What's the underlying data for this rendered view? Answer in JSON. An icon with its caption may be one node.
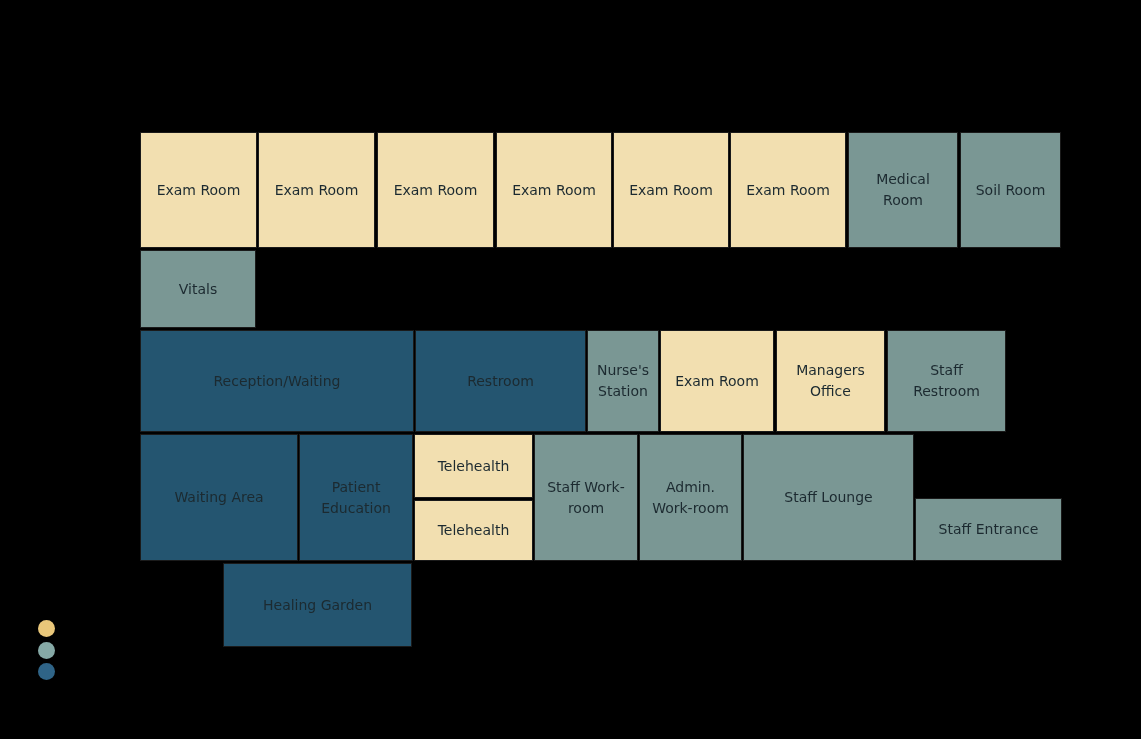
{
  "diagram": {
    "nodes": [
      {
        "text": [
          "Exam Room"
        ]
      },
      {
        "text": [
          "Exam Room"
        ]
      },
      {
        "text": [
          "Exam Room"
        ]
      },
      {
        "text": [
          "Exam Room"
        ]
      },
      {
        "text": [
          "Exam Room"
        ]
      },
      {
        "text": [
          "Exam Room"
        ]
      },
      {
        "text": [
          "Medical Room"
        ]
      },
      {
        "text": [
          "Soil Room"
        ]
      },
      {
        "text": [
          "Vitals"
        ]
      },
      {
        "text": [
          "Reception/Waiting"
        ]
      },
      {
        "text": [
          "Restroom"
        ]
      },
      {
        "text": [
          "Nurse's Station"
        ]
      },
      {
        "text": [
          "Exam Room"
        ]
      },
      {
        "text": [
          "Managers Office"
        ]
      },
      {
        "text": [
          "Staff Restroom"
        ]
      },
      {
        "text": [
          "Waiting Area"
        ]
      },
      {
        "text": [
          "Patient Education"
        ]
      },
      {
        "text": [
          "Telehealth"
        ]
      },
      {
        "text": [
          "Telehealth"
        ]
      },
      {
        "text": [
          "Staff Work-room"
        ]
      },
      {
        "text": [
          "Admin. Work-room"
        ]
      },
      {
        "text": [
          "Staff Lounge"
        ]
      },
      {
        "text": [
          "Staff Entrance"
        ]
      },
      {
        "text": [
          "Healing Garden"
        ]
      }
    ]
  }
}
